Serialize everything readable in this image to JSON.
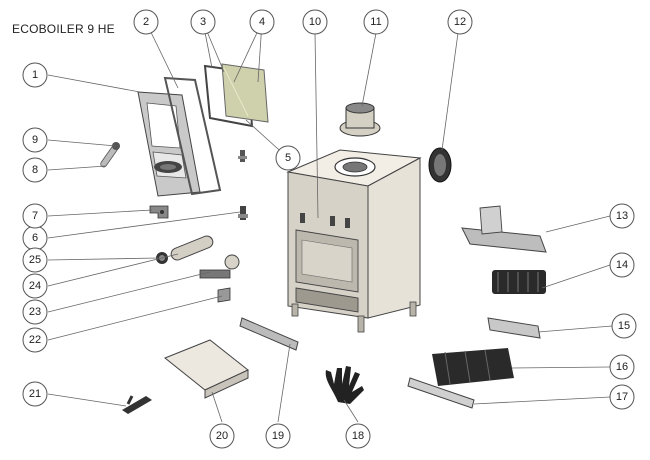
{
  "title": "ECOBOILER 9 HE",
  "callouts": [
    "1",
    "2",
    "3",
    "4",
    "5",
    "6",
    "7",
    "8",
    "9",
    "10",
    "11",
    "12",
    "13",
    "14",
    "15",
    "16",
    "17",
    "18",
    "19",
    "20",
    "21",
    "22",
    "23",
    "24",
    "25"
  ]
}
